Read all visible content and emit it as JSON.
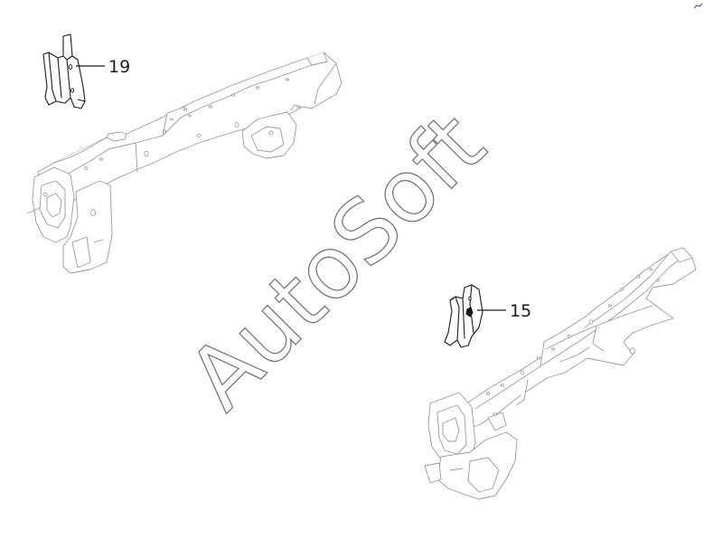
{
  "watermark": {
    "text": "AutoSoft"
  },
  "callouts": [
    {
      "label": "19"
    },
    {
      "label": "15"
    }
  ],
  "colors": {
    "line": "#9a9a9a",
    "ink": "#1a1a1a",
    "corner": "#3b46c9"
  },
  "icons": {
    "corner": "pen-mark-icon"
  }
}
